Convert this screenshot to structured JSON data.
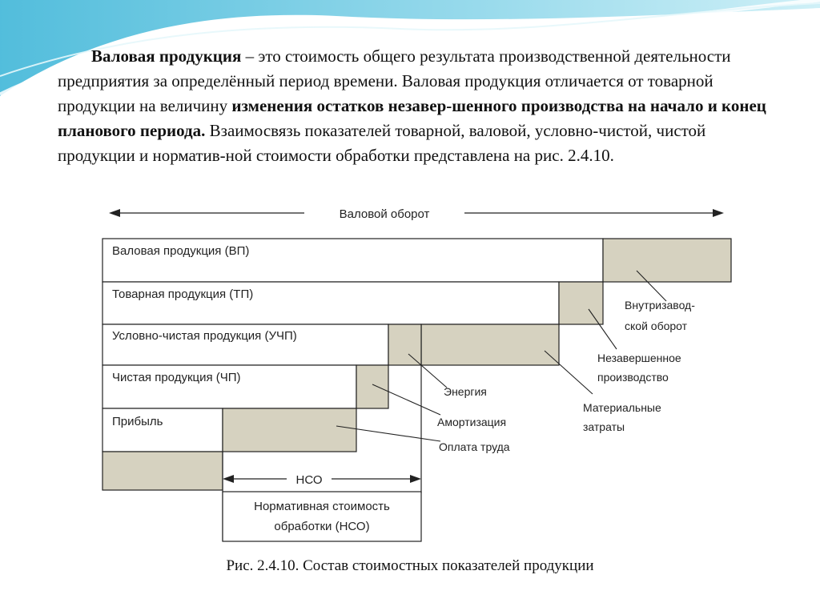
{
  "paragraph": {
    "s1_bold": "Валовая продукция",
    "s1_rest": " – это стоимость общего результата производственной деятельности предприятия за определённый период времени. Валовая продукция отличается от товарной продукции на величину ",
    "s2_bold": "изменения остатков незавер-шенного производства на начало и конец планового периода.",
    "s2_rest": " Взаимосвязь показателей товарной, валовой, условно-чистой, чистой продукции и норматив-ной стоимости обработки представлена на рис. 2.4.10."
  },
  "diagram": {
    "top_arrow_label": "Валовой оборот",
    "rows": [
      {
        "label": "Валовая продукция (ВП)"
      },
      {
        "label": "Товарная продукция (ТП)"
      },
      {
        "label": "Условно-чистая продукция (УЧП)"
      },
      {
        "label": "Чистая продукция (ЧП)"
      },
      {
        "label": "Прибыль"
      }
    ],
    "annotations": {
      "intra": [
        "Внутризавод-",
        "ской оборот"
      ],
      "wip": [
        "Незавершенное",
        "производство"
      ],
      "energy": "Энергия",
      "materials": [
        "Материальные",
        "затраты"
      ],
      "amort": "Амортизация",
      "wages": "Оплата труда"
    },
    "nso_arrow_label": "НСО",
    "nso_box": [
      "Нормативная стоимость",
      "обработки (НСО)"
    ]
  },
  "caption": "Рис. 2.4.10. Состав стоимостных показателей продукции",
  "colors": {
    "shaded": "#d6d2c0",
    "background_wave": "#5bc0de"
  }
}
